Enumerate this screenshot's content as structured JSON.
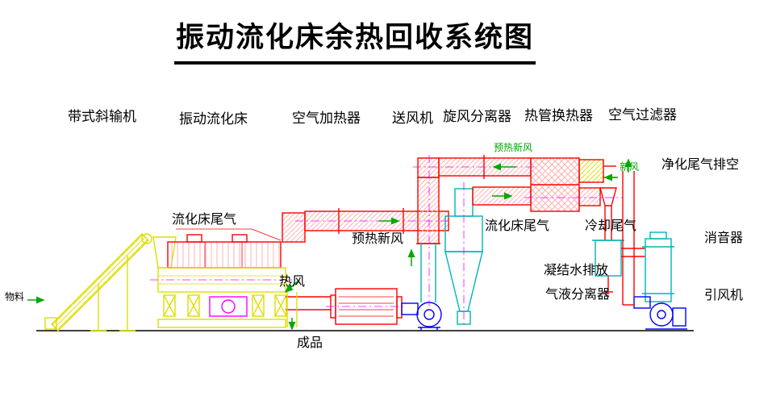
{
  "title": "振动流化床余热回收系统图",
  "equipment": {
    "belt_conveyor": "带式斜输机",
    "fluidized_bed": "振动流化床",
    "air_heater": "空气加热器",
    "supply_fan": "送风机",
    "cyclone": "旋风分离器",
    "heat_exchanger": "热管换热器",
    "air_filter": "空气过滤器"
  },
  "flows": {
    "material": "物料",
    "bed_exhaust_left": "流化床尾气",
    "hot_air": "热风",
    "product": "成品",
    "preheated_air_mid": "预热新风",
    "preheated_air_top": "预热新风",
    "bed_exhaust_right": "流化床尾气",
    "fresh_air": "新风",
    "vent": "净化尾气排空",
    "cooled_exhaust": "冷却尾气",
    "condensate": "凝结水排放",
    "separator": "气液分离器",
    "muffler": "消音器",
    "induced_fan": "引风机"
  },
  "colors": {
    "background": "#ffffff",
    "ink": "#000000",
    "cad_yellow": "#dede00",
    "cad_red": "#ff0000",
    "cad_pink": "#ffb0b0",
    "cad_cyan": "#00b4b4",
    "cad_magenta": "#ff00ff",
    "cad_blue": "#0000ff",
    "cad_green": "#00a800"
  }
}
